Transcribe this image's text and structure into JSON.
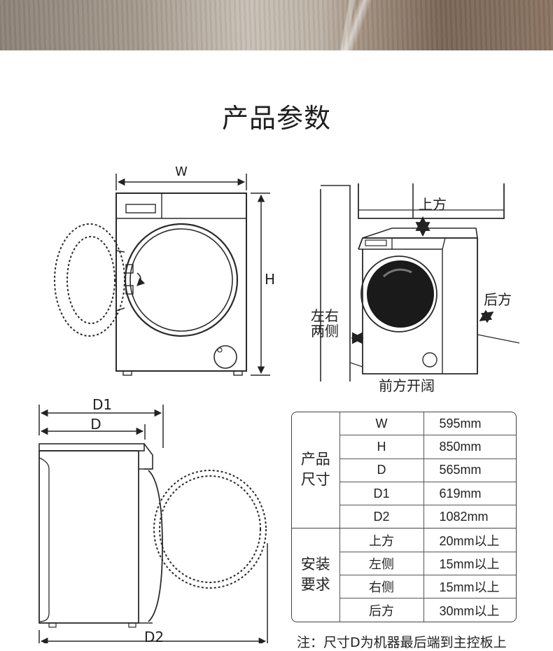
{
  "title": "产品参数",
  "front_view": {
    "width_label": "W",
    "height_label": "H"
  },
  "install_view": {
    "top_label": "上方",
    "back_label": "后方",
    "sides_label_line1": "左右",
    "sides_label_line2": "两侧",
    "front_label": "前方开阔"
  },
  "side_view": {
    "d1_label": "D1",
    "d_label": "D",
    "d2_label": "D2"
  },
  "spec_table": {
    "group_size_line1": "产品",
    "group_size_line2": "尺寸",
    "group_install_line1": "安装",
    "group_install_line2": "要求",
    "rows": [
      {
        "key": "W",
        "value": "595mm"
      },
      {
        "key": "H",
        "value": "850mm"
      },
      {
        "key": "D",
        "value": "565mm"
      },
      {
        "key": "D1",
        "value": "619mm"
      },
      {
        "key": "D2",
        "value": "1082mm"
      },
      {
        "key": "上方",
        "value": "20mm以上"
      },
      {
        "key": "左侧",
        "value": "15mm以上"
      },
      {
        "key": "右侧",
        "value": "15mm以上"
      },
      {
        "key": "后方",
        "value": "30mm以上"
      }
    ]
  },
  "note": "注：尺寸D为机器最后端到主控板上"
}
